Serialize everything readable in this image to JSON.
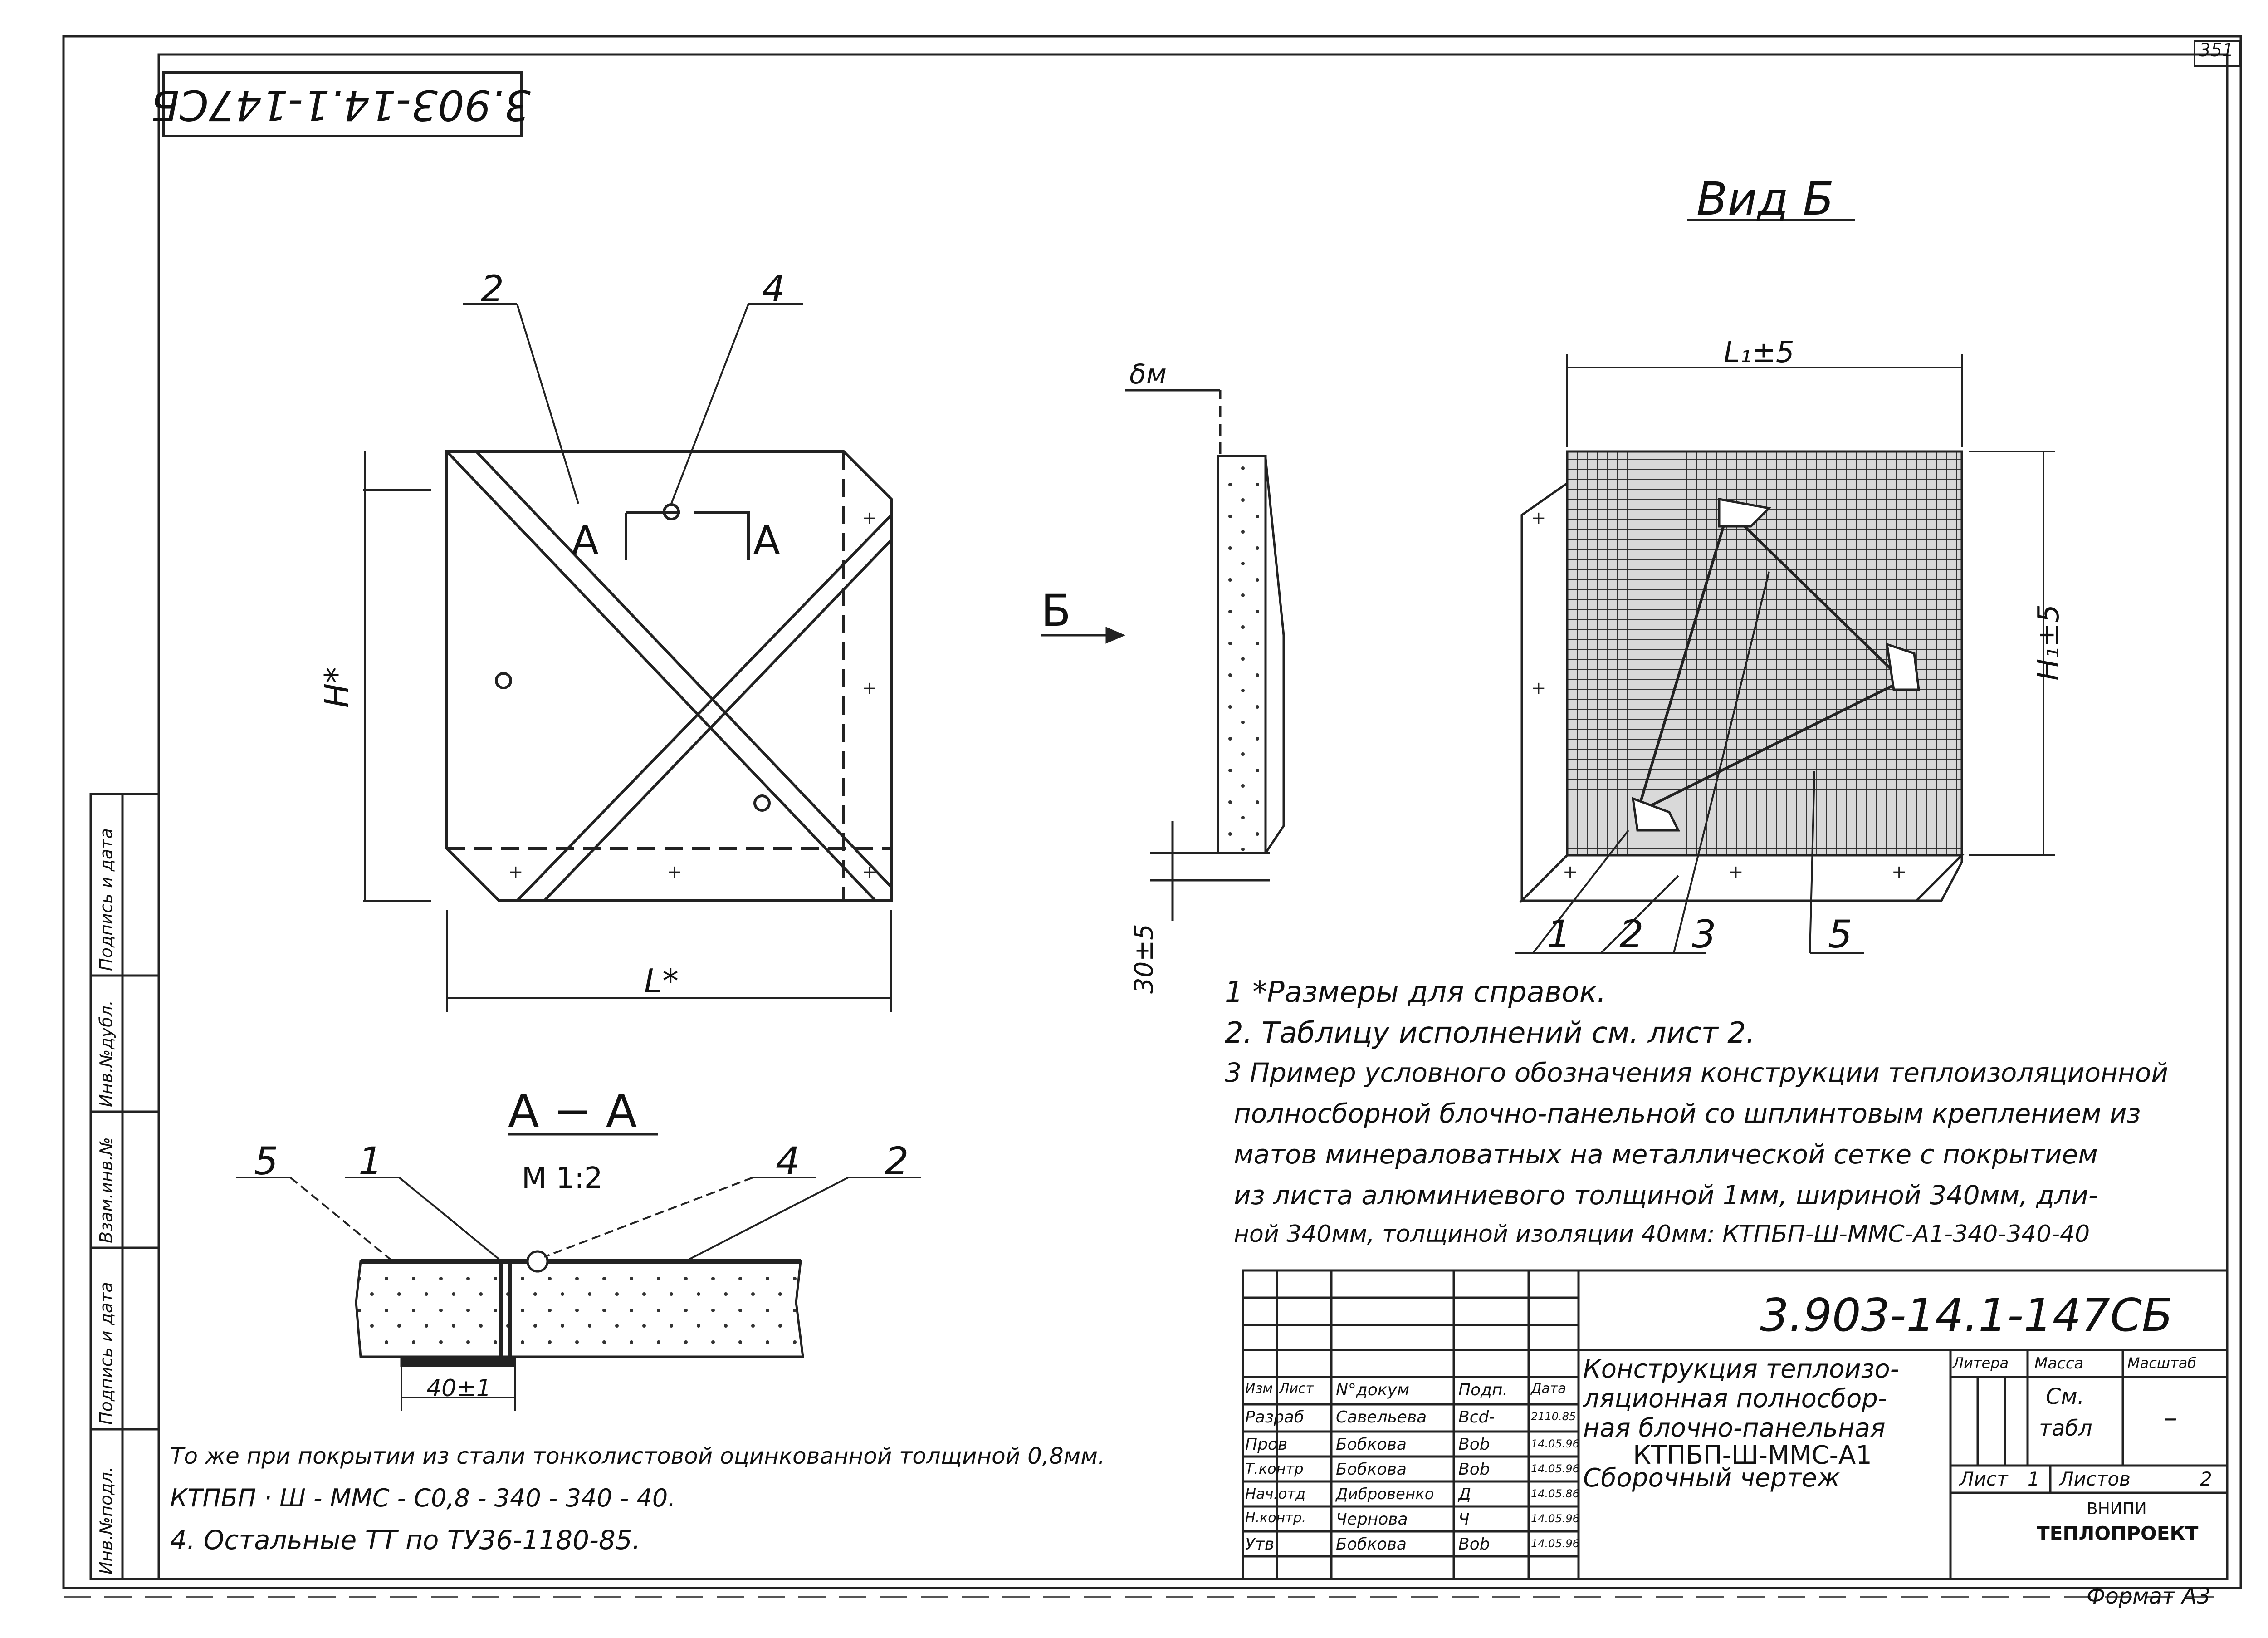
{
  "sheet_number": "351",
  "corner_code": "3.903-14.1-147СБ",
  "format_label": "Формат А3",
  "labels": {
    "view_b_title": "Вид Б",
    "section_title": "А − А",
    "section_scale": "М 1:2",
    "section_letter_left": "А",
    "section_letter_right": "А",
    "arrow_b": "Б",
    "dim_height": "H*",
    "dim_length": "L*",
    "dim_delta": "δм",
    "dim_30": "30±5",
    "dim_l1": "L₁±5",
    "dim_h1": "H₁±5",
    "dim_40": "40±1"
  },
  "callouts": {
    "front_2": "2",
    "front_4": "4",
    "view_1": "1",
    "view_2": "2",
    "view_3": "3",
    "view_5": "5",
    "sec_5": "5",
    "sec_1": "1",
    "sec_4": "4",
    "sec_2": "2"
  },
  "notes": {
    "n1": "1 *Размеры для справок.",
    "n2": "2. Таблицу исполнений см. лист 2.",
    "n3_l1": "3 Пример условного обозначения конструкции теплоизоляционной",
    "n3_l2": "полносборной блочно-панельной со шплинтовым креплением из",
    "n3_l3": "матов минераловатных на металлической сетке с покрытием",
    "n3_l4": "из листа алюминиевого толщиной 1мм, шириной 340мм, дли-",
    "n3_l5": "ной 340мм, толщиной изоляции 40мм: КТПБП-Ш-ММС-А1-340-340-40",
    "n3_l6": "То же при покрытии из стали тонколистовой оцинкованной толщиной 0,8мм.",
    "n3_l7": "КТПБП · Ш - ММС - С0,8 - 340 - 340 - 40.",
    "n4": "4. Остальные ТТ по ТУ36-1180-85."
  },
  "side_stamp": [
    "Инв.№подл.",
    "Подпись и дата",
    "Взам.инв.№",
    "Инв.№дубл.",
    "Подпись и дата"
  ],
  "title_block": {
    "code": "3.903-14.1-147СБ",
    "title_l1": "Конструкция теплоизо-",
    "title_l2": "ляционная полносбор-",
    "title_l3": "ная блочно-панельная",
    "title_l4": "КТПБП-Ш-ММС-А1",
    "title_l5": "Сборочный чертеж",
    "hdr_izm": "Изм",
    "hdr_list": "Лист",
    "hdr_doc": "N°докум",
    "hdr_podp": "Подп.",
    "hdr_date": "Дата",
    "rows": [
      {
        "role": "Разраб",
        "name": "Савельева",
        "sign": "Bcd-",
        "date": "2110.85"
      },
      {
        "role": "Пров",
        "name": "Бобкова",
        "sign": "Bob",
        "date": "14.05.96"
      },
      {
        "role": "Т.контр",
        "name": "Бобкова",
        "sign": "Bob",
        "date": "14.05.96"
      },
      {
        "role": "Нач.отд",
        "name": "Дибровенко",
        "sign": "Д",
        "date": "14.05.86"
      },
      {
        "role": "Н.контр.",
        "name": "Чернова",
        "sign": "Ч",
        "date": "14.05.96"
      },
      {
        "role": "Утв",
        "name": "Бобкова",
        "sign": "Bob",
        "date": "14.05.96"
      }
    ],
    "litera_hdr": "Литера",
    "massa_hdr": "Масса",
    "scale_hdr": "Масштаб",
    "massa_val_1": "См.",
    "massa_val_2": "табл",
    "scale_val": "–",
    "sheet_label": "Лист",
    "sheet_val": "1",
    "sheets_label": "Листов",
    "sheets_val": "2",
    "org_1": "ВНИПИ",
    "org_2": "ТЕПЛОПРОЕКТ"
  }
}
